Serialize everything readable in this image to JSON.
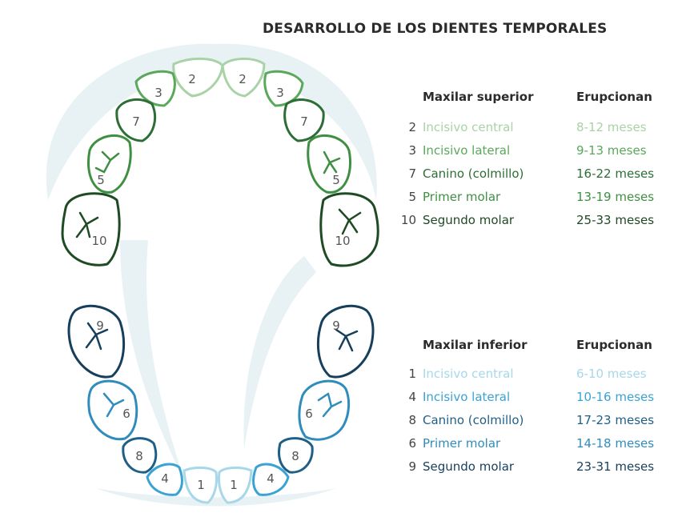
{
  "title": "DESARROLLO DE LOS DIENTES TEMPORALES",
  "upper": {
    "heading": "Maxilar superior",
    "col2": "Erupcionan",
    "rows": [
      {
        "num": "2",
        "name": "Incisivo central",
        "months": "8-12 meses",
        "color": "#a9d3a6"
      },
      {
        "num": "3",
        "name": "Incisivo lateral",
        "months": "9-13 meses",
        "color": "#5aa85a"
      },
      {
        "num": "7",
        "name": "Canino (colmillo)",
        "months": "16-22 meses",
        "color": "#2d6e36"
      },
      {
        "num": "5",
        "name": "Primer molar",
        "months": "13-19 meses",
        "color": "#3f8f43"
      },
      {
        "num": "10",
        "name": "Segundo molar",
        "months": "25-33 meses",
        "color": "#1e4a24"
      }
    ]
  },
  "lower": {
    "heading": "Maxilar inferior",
    "col2": "Erupcionan",
    "rows": [
      {
        "num": "1",
        "name": "Incisivo central",
        "months": "6-10 meses",
        "color": "#a7d8ea"
      },
      {
        "num": "4",
        "name": "Incisivo lateral",
        "months": "10-16 meses",
        "color": "#3aa3d3"
      },
      {
        "num": "8",
        "name": "Canino (colmillo)",
        "months": "17-23 meses",
        "color": "#1f5f86"
      },
      {
        "num": "6",
        "name": "Primer molar",
        "months": "14-18 meses",
        "color": "#2f8cbc"
      },
      {
        "num": "9",
        "name": "Segundo molar",
        "months": "23-31 meses",
        "color": "#163f5c"
      }
    ]
  },
  "tooth_labels": {
    "upper": [
      "2",
      "2",
      "3",
      "3",
      "7",
      "7",
      "5",
      "5",
      "10",
      "10"
    ],
    "lower": [
      "1",
      "1",
      "4",
      "4",
      "8",
      "8",
      "6",
      "6",
      "9",
      "9"
    ]
  },
  "colors": {
    "upper_incisor_central": "#a9d3a6",
    "upper_incisor_lateral": "#5aa85a",
    "upper_canine": "#2d6e36",
    "upper_first_molar": "#3f8f43",
    "upper_second_molar": "#1e4a24",
    "lower_incisor_central": "#a7d8ea",
    "lower_incisor_lateral": "#3aa3d3",
    "lower_canine": "#1f5f86",
    "lower_first_molar": "#2f8cbc",
    "lower_second_molar": "#163f5c",
    "arch_background": "#d6e8ec"
  }
}
